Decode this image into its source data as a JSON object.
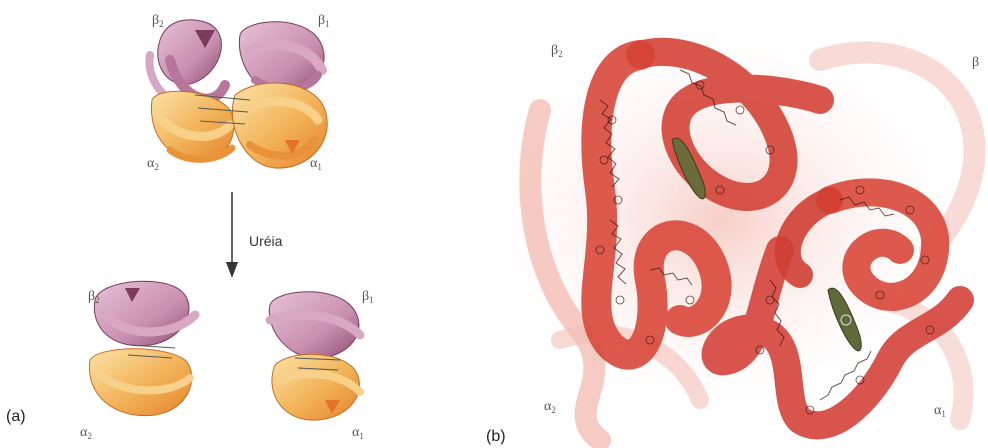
{
  "panel_a": {
    "letter": "(a)",
    "arrow_label": "Uréia",
    "tetramer": {
      "beta2": {
        "base": "β",
        "sub": "2"
      },
      "beta1": {
        "base": "β",
        "sub": "1"
      },
      "alpha2": {
        "base": "α",
        "sub": "2"
      },
      "alpha1": {
        "base": "α",
        "sub": "1"
      }
    },
    "dimer_left": {
      "beta2": {
        "base": "β",
        "sub": "2"
      },
      "alpha2": {
        "base": "α",
        "sub": "2"
      }
    },
    "dimer_right": {
      "beta1": {
        "base": "β",
        "sub": "1"
      },
      "alpha1": {
        "base": "α",
        "sub": "1"
      }
    }
  },
  "panel_b": {
    "letter": "(b)",
    "beta2": {
      "base": "β",
      "sub": "2"
    },
    "beta1": {
      "base": "β",
      "sub": ""
    },
    "alpha2": {
      "base": "α",
      "sub": "2"
    },
    "alpha1": {
      "base": "α",
      "sub": "1"
    }
  },
  "colors": {
    "beta_pink": "#c98fb0",
    "beta_dark": "#7a3a5e",
    "alpha_orange": "#f2a94a",
    "alpha_light": "#f8d08a",
    "tube_red": "#d8483a",
    "tube_light": "#f3b3a9",
    "heme_green": "#6b6b3a"
  }
}
